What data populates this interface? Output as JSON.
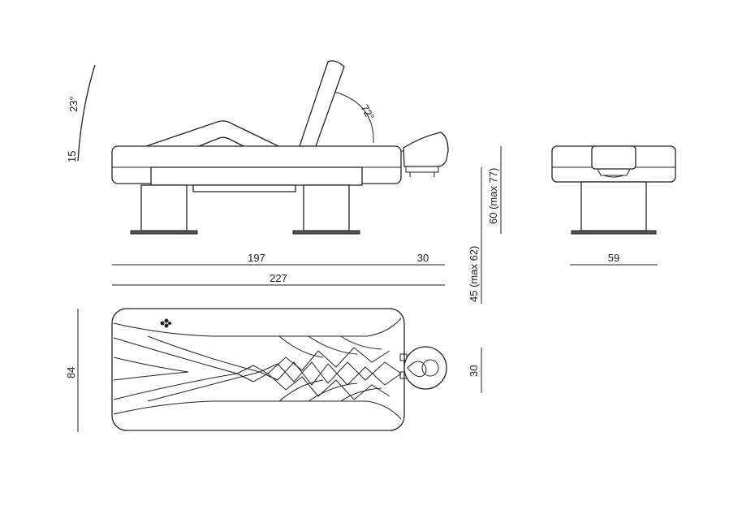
{
  "colors": {
    "stroke": "#222222",
    "background": "#ffffff",
    "base_fill": "#555555"
  },
  "dimensions": {
    "angle_23": "23°",
    "height_15": "15",
    "angle_72": "72°",
    "length_197": "197",
    "length_30_top": "30",
    "length_227": "227",
    "height_60_max77": "60 (max 77)",
    "height_45_max62": "45 (max 62)",
    "width_59": "59",
    "width_84": "84",
    "length_30_plan": "30"
  }
}
